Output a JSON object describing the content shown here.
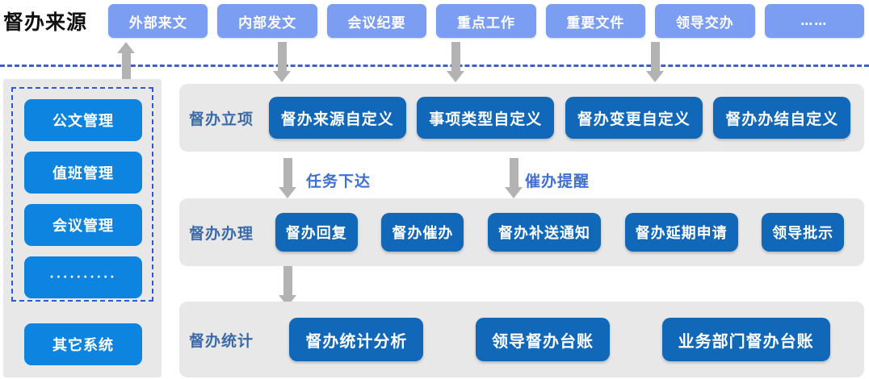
{
  "source_section": {
    "title": "督办来源",
    "chips": [
      {
        "label": "外部来文"
      },
      {
        "label": "内部发文"
      },
      {
        "label": "会议纪要"
      },
      {
        "label": "重点工作"
      },
      {
        "label": "重要文件"
      },
      {
        "label": "领导交办"
      },
      {
        "label": "……"
      }
    ]
  },
  "sidebar": {
    "items": [
      {
        "label": "公文管理"
      },
      {
        "label": "值班管理"
      },
      {
        "label": "会议管理"
      },
      {
        "label": "··········"
      }
    ],
    "other": {
      "label": "其它系统"
    }
  },
  "stages": [
    {
      "label": "督办立项",
      "nodes": [
        {
          "label": "督办来源自定义"
        },
        {
          "label": "事项类型自定义"
        },
        {
          "label": "督办变更自定义"
        },
        {
          "label": "督办办结自定义"
        }
      ]
    },
    {
      "label": "督办办理",
      "nodes": [
        {
          "label": "督办回复"
        },
        {
          "label": "督办催办"
        },
        {
          "label": "督办补送通知"
        },
        {
          "label": "督办延期申请"
        },
        {
          "label": "领导批示"
        }
      ]
    },
    {
      "label": "督办统计",
      "nodes": [
        {
          "label": "督办统计分析"
        },
        {
          "label": "领导督办台账"
        },
        {
          "label": "业务部门督办台账"
        }
      ]
    }
  ],
  "flow_labels": [
    {
      "label": "任务下达"
    },
    {
      "label": "催办提醒"
    }
  ],
  "colors": {
    "source_chip": "#7b9ef2",
    "sidebar_button": "#0d84e0",
    "node": "#1268b8",
    "panel_bg": "#e8e8e8",
    "divider_dashed": "#3c62c8",
    "stage_label": "#3a6aa8",
    "flow_label": "#3f6fd0",
    "arrow": "#b3b3b3"
  }
}
